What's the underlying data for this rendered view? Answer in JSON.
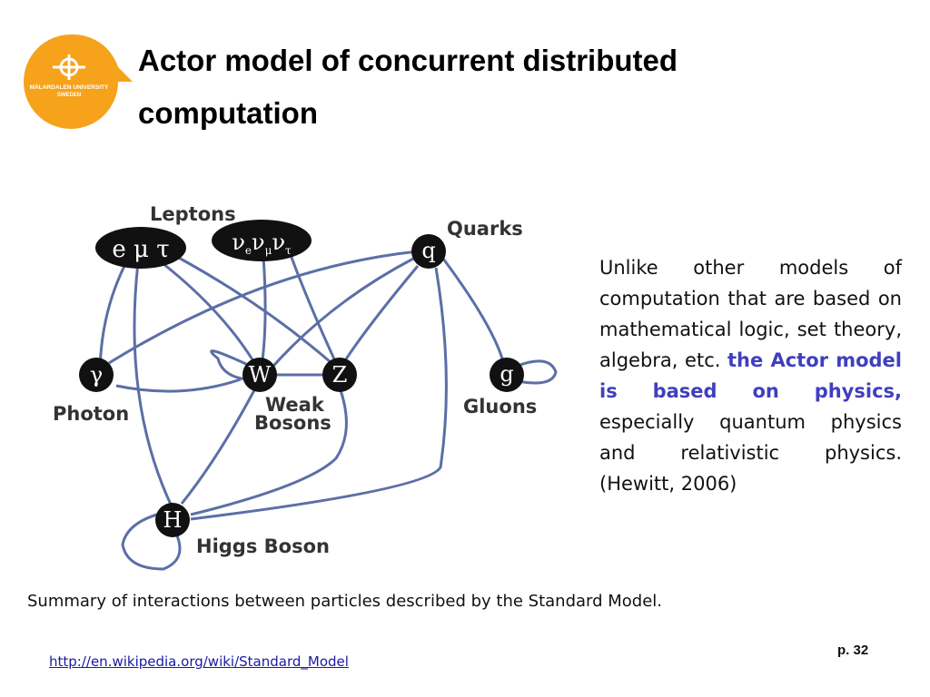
{
  "slide": {
    "title": "Actor model of concurrent distributed computation",
    "logo_text": [
      "MÄLARDALEN UNIVERSITY",
      "SWEDEN"
    ],
    "logo_color": "#f7a21b",
    "body": {
      "part1": "Unlike other models of computation that are based on mathematical logic, set theory, algebra, etc. ",
      "highlight": "the Actor model is based on physics,",
      "part2": " especially quantum physics and relativistic physics. (Hewitt, 2006)",
      "highlight_color": "#3f3fbf"
    },
    "caption": "Summary of interactions between particles described by the Standard Model.",
    "link": "http://en.wikipedia.org/wiki/Standard_Model",
    "page_number": "p. 32"
  },
  "diagram": {
    "edge_color": "#5b6fa6",
    "nodes": {
      "leptons_charged": "e μ τ",
      "leptons_neutrinos": [
        "ν",
        "e",
        "ν",
        "μ",
        "ν",
        "τ"
      ],
      "quark": "q",
      "photon": "γ",
      "w": "W",
      "z": "Z",
      "gluon": "g",
      "higgs": "H"
    },
    "labels": {
      "leptons": "Leptons",
      "quarks": "Quarks",
      "photon": "Photon",
      "weak_bosons": [
        "Weak",
        "Bosons"
      ],
      "gluons": "Gluons",
      "higgs_boson": "Higgs Boson"
    }
  }
}
